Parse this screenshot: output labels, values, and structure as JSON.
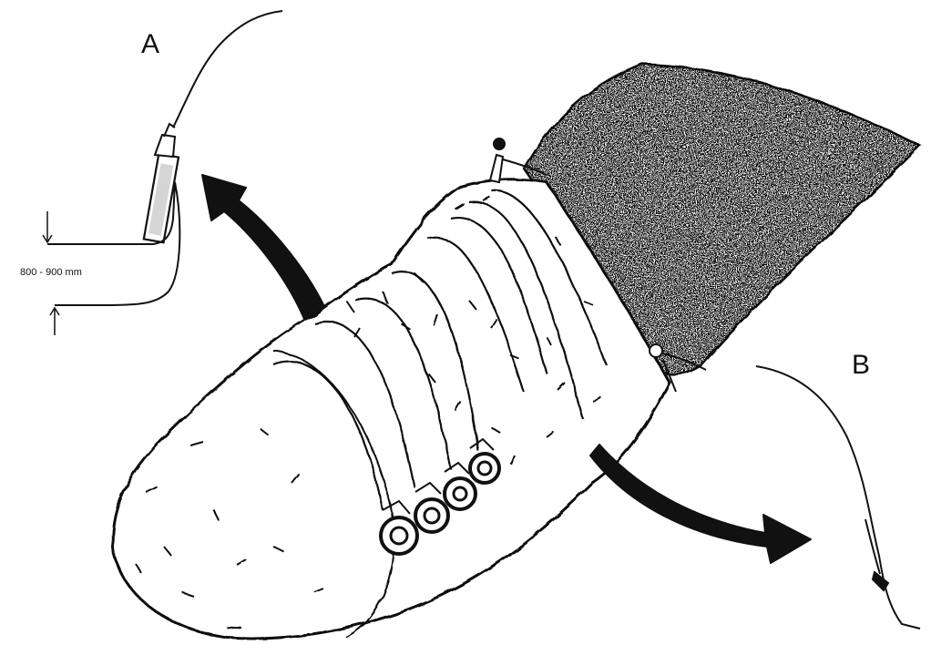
{
  "labels": {
    "panel_a": "A",
    "panel_b": "B",
    "depth_dimension": "800 - 900 mm"
  },
  "colors": {
    "ink": "#111111",
    "paper": "#ffffff"
  }
}
